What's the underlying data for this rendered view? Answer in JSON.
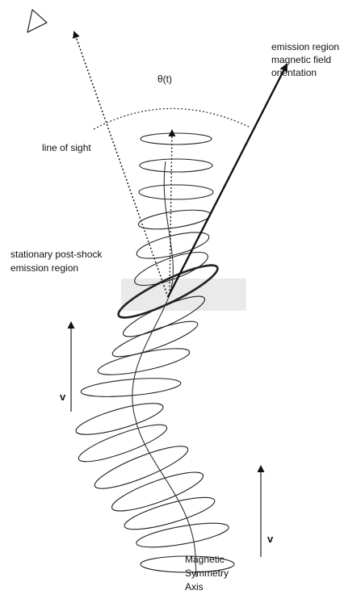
{
  "labels": {
    "angle": "θ(t)",
    "field_orientation": [
      "emission region",
      "magnetic field",
      "orientation"
    ],
    "line_of_sight": "line of sight",
    "stationary_region": [
      "stationary post-shock",
      "emission region"
    ],
    "velocity_left": "v",
    "velocity_right": "v",
    "symmetry_axis": [
      "Magnetic",
      "Symmetry",
      "Axis"
    ]
  },
  "icons": {
    "observer": "eye-triangle-icon"
  },
  "colors": {
    "ink": "#111111",
    "shock_band": "#d8d8d8"
  }
}
